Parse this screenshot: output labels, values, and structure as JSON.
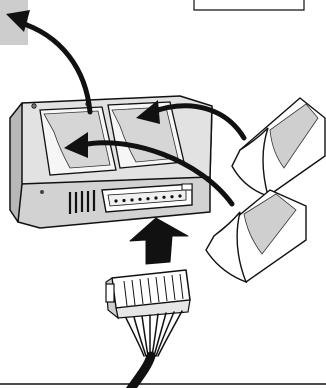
{
  "diagram": {
    "subject": "",
    "colors": {
      "outline": "#111111",
      "module_body": "#d8d8d8",
      "module_top": "#ececec",
      "module_side": "#b8b8b8",
      "gray_panel": "#cdcdcd",
      "arrow": "#111111",
      "film_backing": "#ffffff",
      "film_shade": "#cfcfcf",
      "connector_body": "#ffffff",
      "cable": "#111111"
    },
    "parts": [
      {
        "id": "gray-corner-panel",
        "icon": "none"
      },
      {
        "id": "caption-box",
        "icon": "none"
      },
      {
        "id": "electronic-module",
        "icon": "box"
      },
      {
        "id": "protective-film-left",
        "icon": "peeled-film"
      },
      {
        "id": "protective-film-right",
        "icon": "peeled-film"
      },
      {
        "id": "peeled-film-top",
        "icon": "peeled-film"
      },
      {
        "id": "peeled-film-bottom",
        "icon": "peeled-film"
      },
      {
        "id": "wiring-harness-connector",
        "icon": "connector"
      },
      {
        "id": "insert-arrow",
        "icon": "arrow-up"
      }
    ]
  }
}
